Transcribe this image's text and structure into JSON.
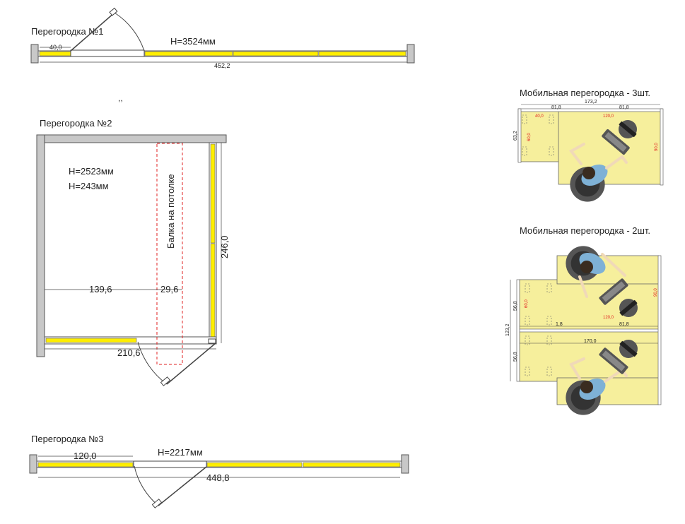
{
  "partition1": {
    "title": "Перегородка №1",
    "height_label": "Н=3524мм",
    "dim_top": "40,0",
    "dim_bottom": "452,2"
  },
  "partition2": {
    "title": "Перегородка №2",
    "h1_label": "Н=2523мм",
    "h2_label": "Н=243мм",
    "beam_label": "Балка на потолке",
    "dim_right": "246,0",
    "dim_left": "139,6",
    "dim_mid": "29,6",
    "dim_bottom": "210,6"
  },
  "partition3": {
    "title": "Перегородка №3",
    "height_label": "Н=2217мм",
    "dim_top": "120,0",
    "dim_bottom": "448,8"
  },
  "mobile3": {
    "title": "Мобильная перегородка - 3шт.",
    "dim_total": "173,2",
    "dim_left": "81,8",
    "dim_right": "81,8",
    "dim_height": "63,2",
    "red_a": "40,0",
    "red_b": "120,0",
    "red_c": "60,0",
    "red_d": "90,0"
  },
  "mobile2": {
    "title": "Мобильная перегородка - 2шт.",
    "dim_total": "170,0",
    "dim_left": "1,8",
    "dim_right": "81,8",
    "dim_height": "123,2",
    "dim_upper": "56,8",
    "dim_lower": "56,8",
    "red_a": "120,0",
    "red_b": "60,0",
    "red_c": "90,0"
  },
  "colors": {
    "wall": "#c8c8c8",
    "panel": "#ffee00",
    "desk": "#f6ef9c",
    "beam": "#e02020",
    "person_shirt": "#7eb1d6"
  }
}
